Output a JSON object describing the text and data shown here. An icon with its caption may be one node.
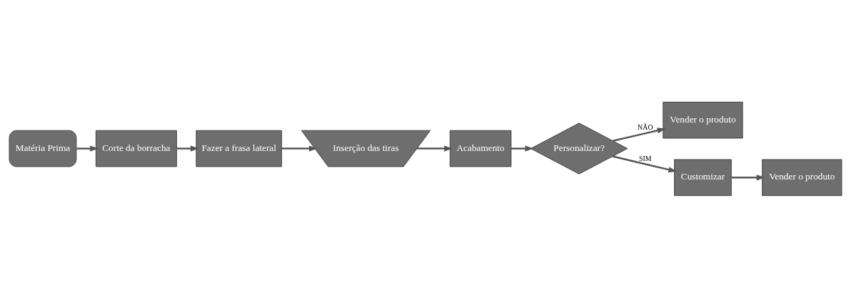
{
  "diagram": {
    "nodes": [
      {
        "text": [
          "Matéria Prima"
        ]
      },
      {
        "text": [
          "Corte da borracha"
        ]
      },
      {
        "text": [
          "Fazer a frasa lateral"
        ]
      },
      {
        "text": [
          "Inserção das tiras"
        ]
      },
      {
        "text": [
          "Acabamento"
        ]
      },
      {
        "text": [
          "Personalizar?"
        ]
      },
      {
        "text": [
          "Vender o produto"
        ]
      },
      {
        "text": [
          "Customizar"
        ]
      },
      {
        "text": [
          "Vender o produto"
        ]
      }
    ],
    "edges": [
      {
        "from": 0,
        "to": 1,
        "arrow": "to"
      },
      {
        "from": 1,
        "to": 2,
        "arrow": "to"
      },
      {
        "from": 2,
        "to": 3,
        "arrow": "to"
      },
      {
        "from": 3,
        "to": 4,
        "arrow": "to"
      },
      {
        "from": 4,
        "to": 5,
        "arrow": "to"
      },
      {
        "from": 5,
        "to": 6,
        "arrow": "to",
        "label": "NÃO"
      },
      {
        "from": 5,
        "to": 7,
        "arrow": "to",
        "label": "SIM"
      },
      {
        "from": 7,
        "to": 8,
        "arrow": "to"
      }
    ]
  }
}
